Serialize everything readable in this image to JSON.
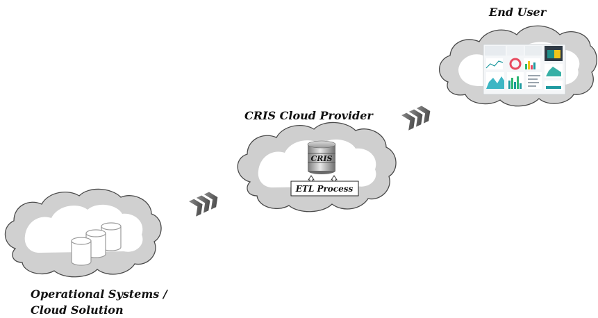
{
  "nodes": {
    "end_user": {
      "label": "End User"
    },
    "cris_provider": {
      "label": "CRIS Cloud Provider",
      "db_label": "CRIS",
      "process_label": "ETL Process"
    },
    "operational": {
      "label_line1": "Operational Systems /",
      "label_line2": "Cloud Solution"
    }
  },
  "colors": {
    "cloud_fill": "#ffffff",
    "cloud_stroke": "#4a4a4a",
    "cloud_shadow": "#cfcfcf",
    "chevron": "#555555"
  },
  "icons": [
    "cloud-icon",
    "database-icon",
    "chevron-arrow-icon",
    "dashboard-thumbnail-icon"
  ]
}
